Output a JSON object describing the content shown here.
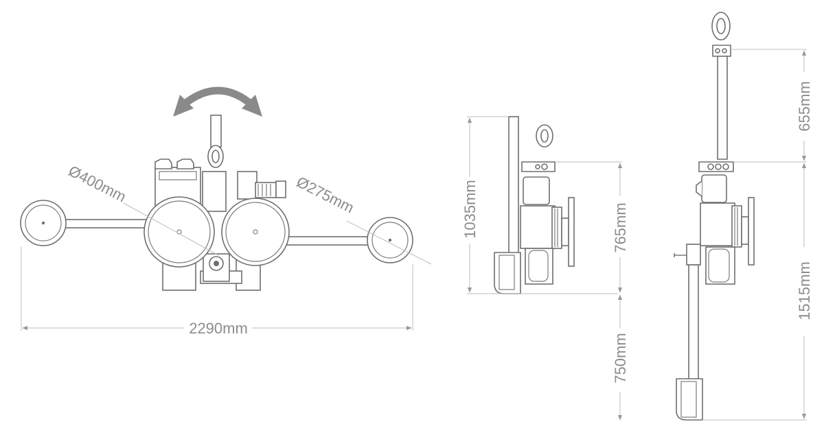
{
  "front_view": {
    "dia_large": "Ø400mm",
    "dia_small": "Ø275mm",
    "width": "2290mm",
    "rotation_arrow_icon": "rotate-double-arrow-icon"
  },
  "side_view_compact": {
    "total_height": "1035mm",
    "height_to_lift": "765mm"
  },
  "side_view_extended": {
    "lift_to_top": "655mm",
    "handle_height": "750mm",
    "total_height": "1515mm"
  },
  "colors": {
    "line": "#7a7a7a",
    "dimension": "#bdbdbd",
    "text": "#8c8c8c",
    "arrow": "#8a8a8a"
  }
}
